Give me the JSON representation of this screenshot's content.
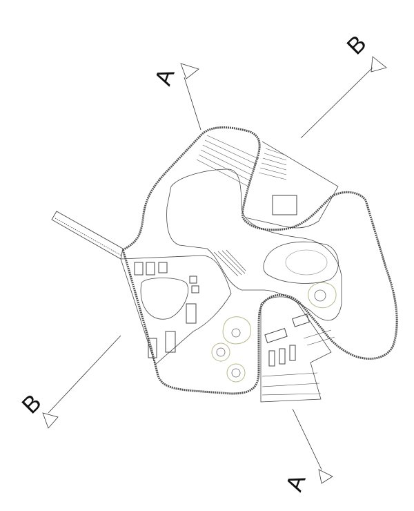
{
  "section_markers": [
    {
      "id": "A",
      "label": "A"
    },
    {
      "id": "B",
      "label": "B"
    },
    {
      "id": "B2",
      "label": "B"
    },
    {
      "id": "A2",
      "label": "A"
    }
  ],
  "colors": {
    "line": "#333333",
    "wall": "#555555",
    "tree": "#b8b88a",
    "background": "#ffffff"
  }
}
